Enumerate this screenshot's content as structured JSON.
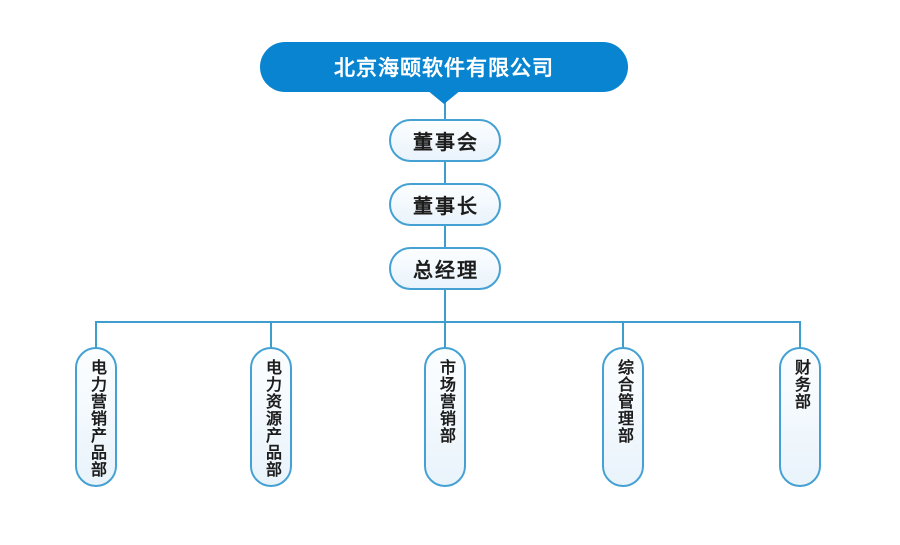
{
  "org_chart": {
    "company": {
      "label": "北京海颐软件有限公司"
    },
    "levels": [
      {
        "id": "board",
        "label": "董事会"
      },
      {
        "id": "chairman",
        "label": "董事长"
      },
      {
        "id": "general-manager",
        "label": "总经理"
      }
    ],
    "departments": [
      {
        "label": "电力营销产品部"
      },
      {
        "label": "电力资源产品部"
      },
      {
        "label": "市场营销部"
      },
      {
        "label": "综合管理部"
      },
      {
        "label": "财务部"
      }
    ],
    "colors": {
      "node_fill": "#0984d0",
      "node_text": "#ffffff",
      "pill_border": "#45a1d3",
      "pill_fill_start": "#fcfeff",
      "pill_fill_end": "#e9f3fb",
      "line": "#3e9dcd",
      "text": "#1c1c1c"
    }
  }
}
